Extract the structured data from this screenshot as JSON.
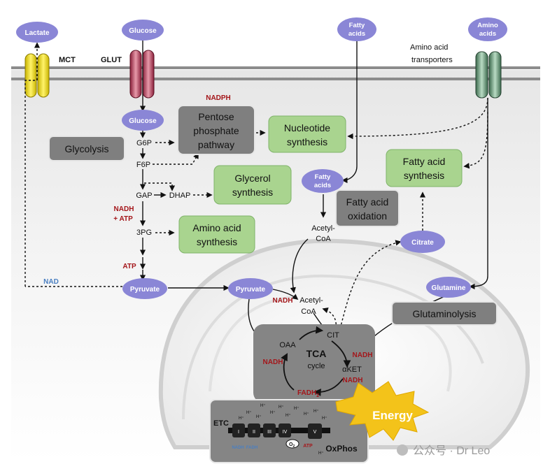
{
  "membrane": {
    "mct": "MCT",
    "glut": "GLUT",
    "amino_transporters_line1": "Amino acid",
    "amino_transporters_line2": "transporters"
  },
  "extracellular": {
    "lactate": "Lactate",
    "glucose": "Glucose",
    "fatty_acids_line1": "Fatty",
    "fatty_acids_line2": "acids",
    "amino_acids_line1": "Amino",
    "amino_acids_line2": "acids"
  },
  "cytosol": {
    "glucose": "Glucose",
    "g6p": "G6P",
    "f6p": "F6P",
    "gap": "GAP",
    "dhap": "DHAP",
    "bpg": "3PG",
    "pyruvate": "Pyruvate",
    "nadph": "NADPH",
    "nadh_atp_1": "NADH",
    "nadh_atp_2": "+ ATP",
    "atp": "ATP",
    "nad": "NAD",
    "fatty_acids_line1": "Fatty",
    "fatty_acids_line2": "acids",
    "acetyl_coa_line1": "Acetyl-",
    "acetyl_coa_line2": "CoA",
    "citrate": "Citrate",
    "glutamine": "Glutamine"
  },
  "boxes": {
    "glycolysis": "Glycolysis",
    "ppp_line1": "Pentose",
    "ppp_line2": "phosphate",
    "ppp_line3": "pathway",
    "nucleotide_line1": "Nucleotide",
    "nucleotide_line2": "synthesis",
    "glycerol_line1": "Glycerol",
    "glycerol_line2": "synthesis",
    "amino_syn_line1": "Amino acid",
    "amino_syn_line2": "synthesis",
    "fa_ox_line1": "Fatty acid",
    "fa_ox_line2": "oxidation",
    "fa_syn_line1": "Fatty acid",
    "fa_syn_line2": "synthesis",
    "glutaminolysis": "Glutaminolysis"
  },
  "mito": {
    "pyruvate": "Pyruvate",
    "nadh": "NADH",
    "acetyl_coa_line1": "Acetyl-",
    "acetyl_coa_line2": "CoA",
    "cit": "CIT",
    "oaa": "OAA",
    "akg": "αKET",
    "tca_line1": "TCA",
    "tca_line2": "cycle",
    "nadh_left": "NADH",
    "nadh_right_top": "NADH",
    "nadh_right_bottom": "NADH",
    "fadh2": "FADH",
    "fadh2_sub": "2"
  },
  "etc": {
    "label": "ETC",
    "complexes": [
      "I",
      "II",
      "III",
      "IV",
      "V"
    ],
    "h_plus": "H⁺",
    "o2": "O",
    "o2_sub": "2",
    "atp": "ATP",
    "oxphos": "OxPhos",
    "nadh": "NADH",
    "fadh": "FADH"
  },
  "energy": "Energy",
  "watermark": "公众号 · Dr Leo",
  "colors": {
    "purple_node": "#8a86d6",
    "green_box": "#a9d48f",
    "grey_box": "#7f7f7f",
    "red_text": "#a4161a",
    "blue_text": "#4a7fc1",
    "energy": "#f3c31a"
  }
}
